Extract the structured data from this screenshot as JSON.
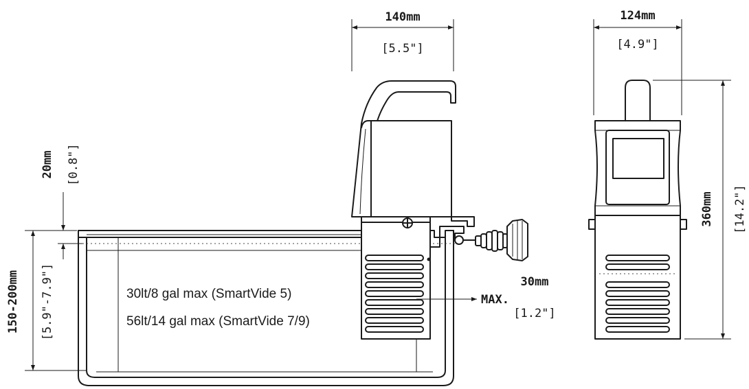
{
  "dimensions": {
    "width_top_mm": "140mm",
    "width_top_in": "[5.5\"]",
    "width_side_mm": "124mm",
    "width_side_in": "[4.9\"]",
    "height_mm": "360mm",
    "height_in": "[14.2\"]",
    "gap_mm": "20mm",
    "gap_in": "[0.8\"]",
    "depth_mm": "150-200mm",
    "depth_in": "[5.9\"-7.9\"]",
    "max_mm": "30mm",
    "max_in": "[1.2\"]",
    "max_label": "MAX."
  },
  "capacity": {
    "line1": "30lt/8 gal max (SmartVide 5)",
    "line2": "56lt/14 gal max (SmartVide 7/9)"
  }
}
